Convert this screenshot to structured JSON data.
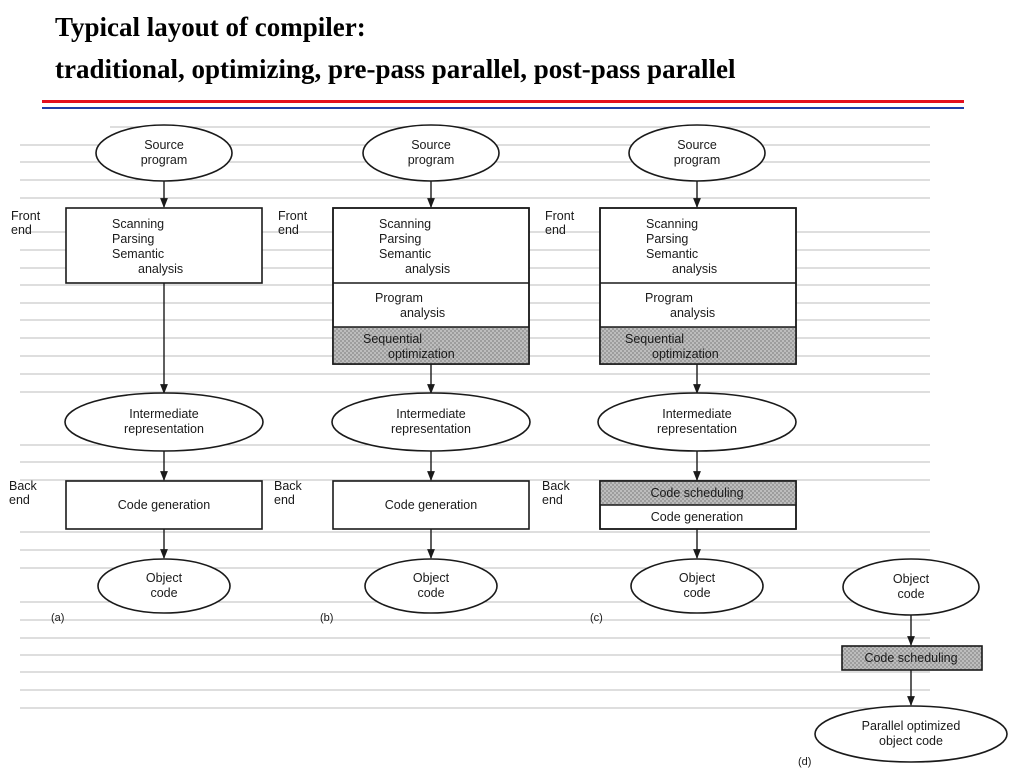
{
  "title": {
    "line1": "Typical layout of compiler:",
    "line2": "traditional, optimizing, pre-pass parallel, post-pass parallel"
  },
  "colors": {
    "red_rule": "#e3101e",
    "blue_rule": "#1f3ea8",
    "shaded_box": "#b5b5b5"
  },
  "columns": {
    "a": {
      "source": [
        "Source",
        "program"
      ],
      "front_end": [
        "Front",
        "end"
      ],
      "front": [
        "Scanning",
        "Parsing",
        "Semantic",
        "analysis"
      ],
      "ir": [
        "Intermediate",
        "representation"
      ],
      "back_end": [
        "Back",
        "end"
      ],
      "codegen": "Code generation",
      "object": [
        "Object",
        "code"
      ],
      "caption": "(a)"
    },
    "b": {
      "source": [
        "Source",
        "program"
      ],
      "front_end": [
        "Front",
        "end"
      ],
      "front": [
        "Scanning",
        "Parsing",
        "Semantic",
        "analysis"
      ],
      "program_analysis": [
        "Program",
        "analysis"
      ],
      "seq_opt": [
        "Sequential",
        "optimization"
      ],
      "ir": [
        "Intermediate",
        "representation"
      ],
      "back_end": [
        "Back",
        "end"
      ],
      "codegen": "Code generation",
      "object": [
        "Object",
        "code"
      ],
      "caption": "(b)"
    },
    "c": {
      "source": [
        "Source",
        "program"
      ],
      "front_end": [
        "Front",
        "end"
      ],
      "front": [
        "Scanning",
        "Parsing",
        "Semantic",
        "analysis"
      ],
      "program_analysis": [
        "Program",
        "analysis"
      ],
      "seq_opt": [
        "Sequential",
        "optimization"
      ],
      "ir": [
        "Intermediate",
        "representation"
      ],
      "back_end": [
        "Back",
        "end"
      ],
      "code_scheduling": "Code scheduling",
      "codegen": "Code generation",
      "object": [
        "Object",
        "code"
      ],
      "caption": "(c)"
    },
    "d": {
      "object": [
        "Object",
        "code"
      ],
      "code_scheduling": "Code scheduling",
      "parallel": [
        "Parallel optimized",
        "object code"
      ],
      "caption": "(d)"
    }
  }
}
